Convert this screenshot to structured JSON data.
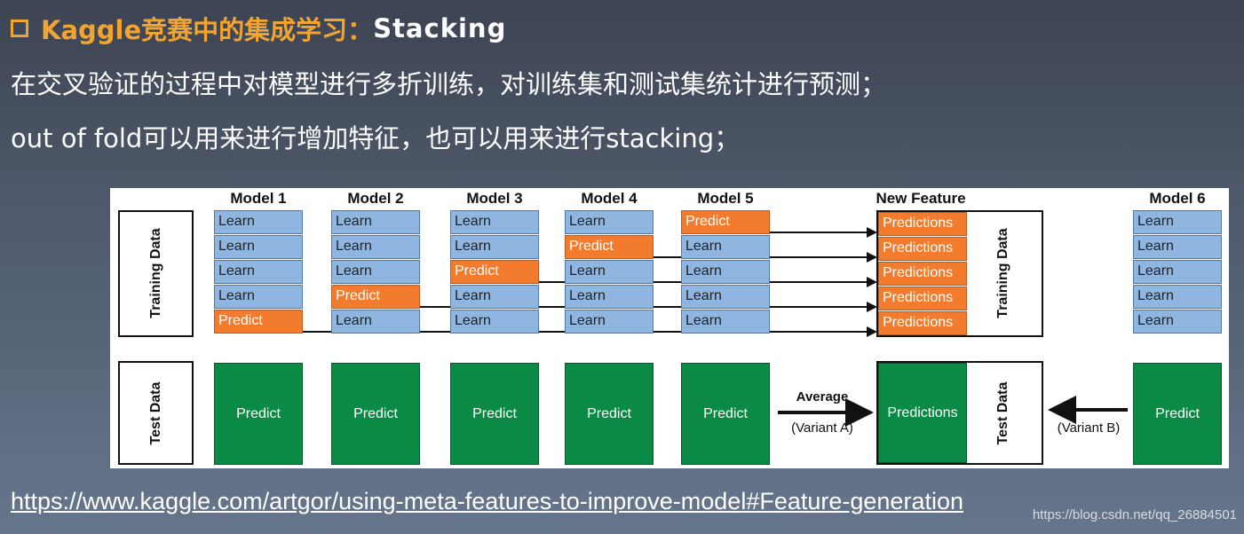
{
  "header": {
    "title_main": "Kaggle竞赛中的集成学习",
    "title_sep": "：",
    "title_suffix": "Stacking",
    "line1": "在交叉验证的过程中对模型进行多折训练，对训练集和测试集统计进行预测；",
    "line2": "out of fold可以用来进行增加特征，也可以用来进行stacking；"
  },
  "diagram": {
    "training_label": "Training Data",
    "test_label": "Test Data",
    "models": [
      {
        "name": "Model 1",
        "folds": [
          "Learn",
          "Learn",
          "Learn",
          "Learn",
          "Predict"
        ],
        "test": "Predict"
      },
      {
        "name": "Model 2",
        "folds": [
          "Learn",
          "Learn",
          "Learn",
          "Predict",
          "Learn"
        ],
        "test": "Predict"
      },
      {
        "name": "Model 3",
        "folds": [
          "Learn",
          "Learn",
          "Predict",
          "Learn",
          "Learn"
        ],
        "test": "Predict"
      },
      {
        "name": "Model 4",
        "folds": [
          "Learn",
          "Predict",
          "Learn",
          "Learn",
          "Learn"
        ],
        "test": "Predict"
      },
      {
        "name": "Model 5",
        "folds": [
          "Predict",
          "Learn",
          "Learn",
          "Learn",
          "Learn"
        ],
        "test": "Predict"
      }
    ],
    "new_feature": {
      "title": "New Feature",
      "rows": [
        "Predictions",
        "Predictions",
        "Predictions",
        "Predictions",
        "Predictions"
      ],
      "training_label": "Training Data",
      "test_value": "Predictions",
      "test_label": "Test Data"
    },
    "model6": {
      "name": "Model 6",
      "folds": [
        "Learn",
        "Learn",
        "Learn",
        "Learn",
        "Learn"
      ],
      "test": "Predict"
    },
    "average_label": "Average",
    "variant_a": "(Variant A)",
    "variant_b": "(Variant B)",
    "colors": {
      "learn": "#8fb6e1",
      "predict": "#f37b2e",
      "test": "#0a8a44"
    }
  },
  "footer": {
    "url": "https://www.kaggle.com/artgor/using-meta-features-to-improve-model#Feature-generation",
    "watermark": "https://blog.csdn.net/qq_26884501"
  }
}
